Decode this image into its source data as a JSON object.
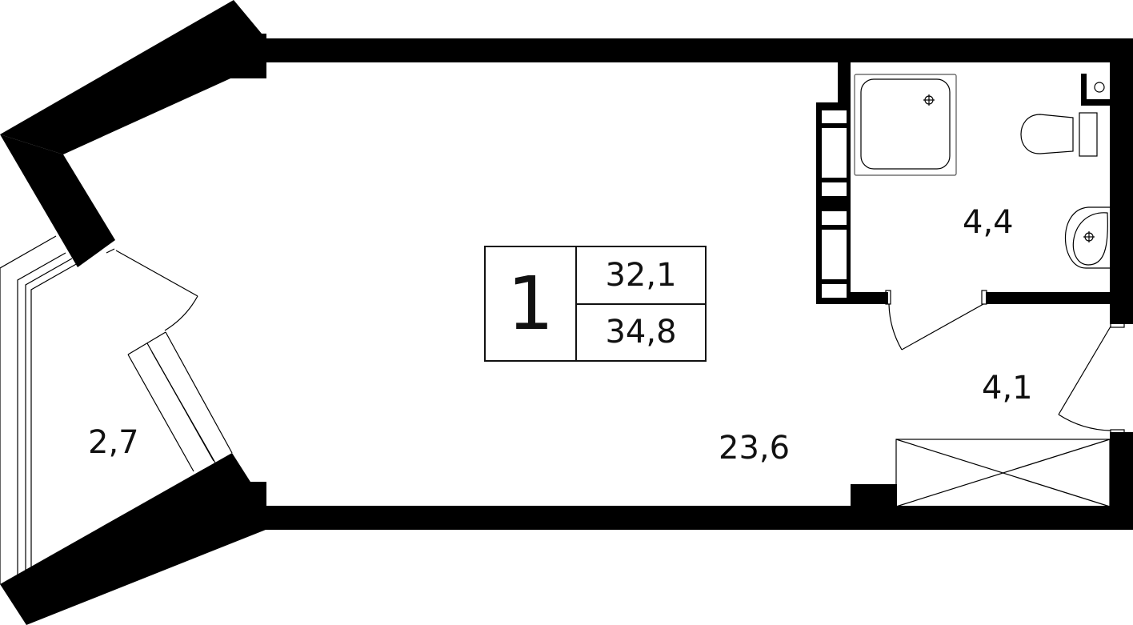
{
  "plan": {
    "title": "Studio apartment floor plan",
    "colors": {
      "walls": "#000000",
      "background": "#ffffff",
      "lines": "#000000"
    }
  },
  "info_box": {
    "rooms": "1",
    "living_area": "32,1",
    "total_area": "34,8"
  },
  "rooms": [
    {
      "name": "living-room",
      "area": "23,6"
    },
    {
      "name": "bathroom",
      "area": "4,4"
    },
    {
      "name": "hallway",
      "area": "4,1"
    },
    {
      "name": "balcony",
      "area": "2,7"
    }
  ],
  "fixtures": [
    "shower-tray",
    "toilet",
    "sink",
    "riser",
    "wardrobe",
    "entrance-door",
    "bathroom-door",
    "balcony-door",
    "balcony-window"
  ]
}
